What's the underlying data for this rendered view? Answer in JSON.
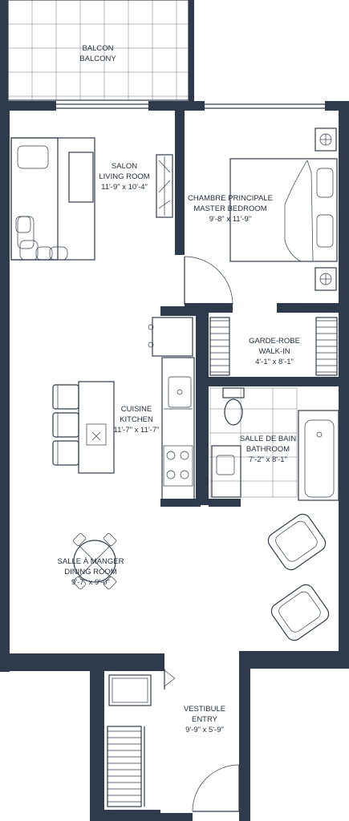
{
  "plan": {
    "colors": {
      "wall": "#2f3b4c",
      "line": "#2f3b4c",
      "fill": "#ffffff",
      "text": "#1f2a3a"
    },
    "rooms": [
      {
        "id": "balcony",
        "fr": "BALCON",
        "en": "BALCONY",
        "dim": ""
      },
      {
        "id": "living",
        "fr": "SALON",
        "en": "LIVING ROOM",
        "dim": "11'-9\" x 10'-4\""
      },
      {
        "id": "master",
        "fr": "CHAMBRE PRINCIPALE",
        "en": "MASTER BEDROOM",
        "dim": "9'-8\" x 11'-9\""
      },
      {
        "id": "walkin",
        "fr": "GARDE-ROBE",
        "en": "WALK-IN",
        "dim": "4'-1\" x 8'-1\""
      },
      {
        "id": "kitchen",
        "fr": "CUISINE",
        "en": "KITCHEN",
        "dim": "11'-7\" x 11'-7\""
      },
      {
        "id": "bathroom",
        "fr": "SALLE DE BAIN",
        "en": "BATHROOM",
        "dim": "7'-2\" x 8'-1\""
      },
      {
        "id": "dining",
        "fr": "SALLE À MANGER",
        "en": "DINING ROOM",
        "dim": "9'-7\" x 9'-0\""
      },
      {
        "id": "entry",
        "fr": "VESTIBULE",
        "en": "ENTRY",
        "dim": "9'-9\" x 5'-9\""
      }
    ]
  }
}
